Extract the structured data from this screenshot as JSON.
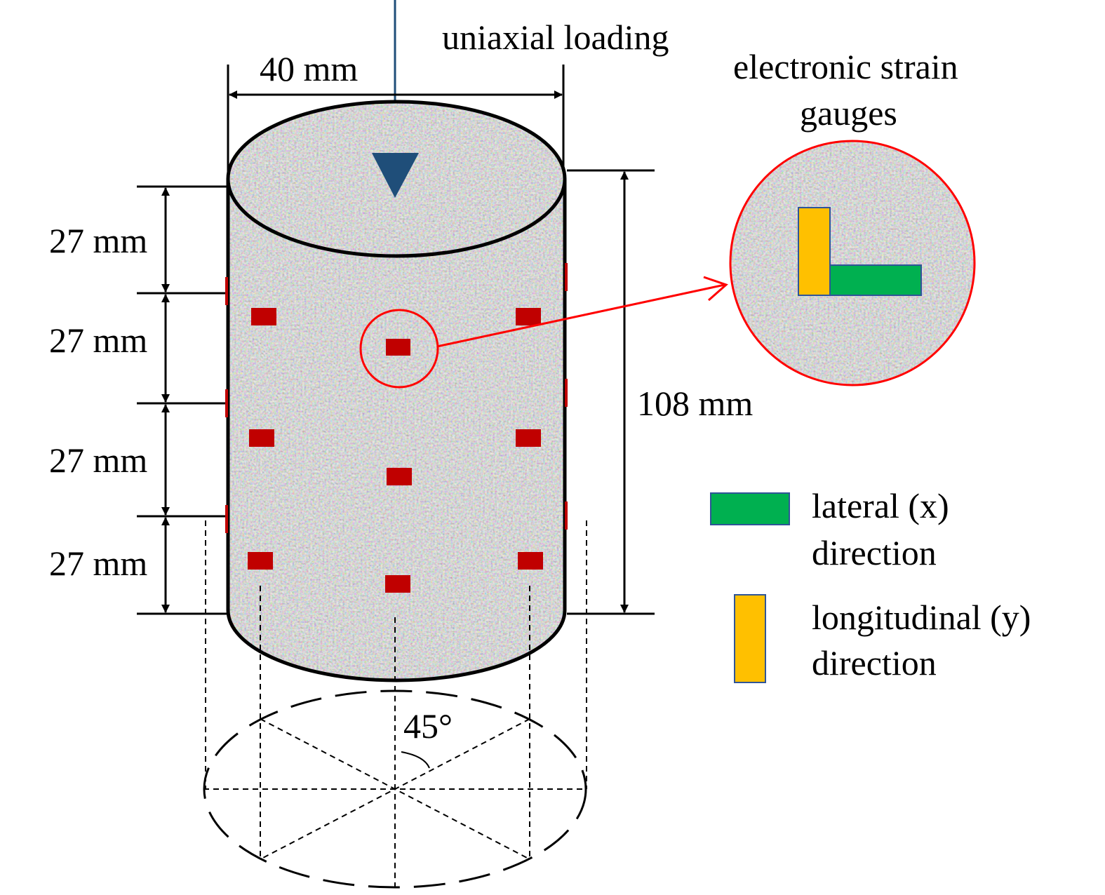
{
  "title": "uniaxial loading",
  "dimensions": {
    "diameter": "40 mm",
    "height": "108 mm",
    "segments": [
      "27 mm",
      "27 mm",
      "27 mm",
      "27 mm"
    ],
    "angle": "45°"
  },
  "callout": {
    "title_line1": "electronic strain",
    "title_line2": "gauges"
  },
  "legend": [
    {
      "label_line1": "lateral (x)",
      "label_line2": "direction",
      "color": "#00b050"
    },
    {
      "label_line1": "longitudinal (y)",
      "label_line2": "direction",
      "color": "#ffc000"
    }
  ],
  "colors": {
    "gauge": "#c00000",
    "load_arrow": "#1f4e79",
    "callout": "#ff0000",
    "gauge_border": "#2f5597"
  }
}
